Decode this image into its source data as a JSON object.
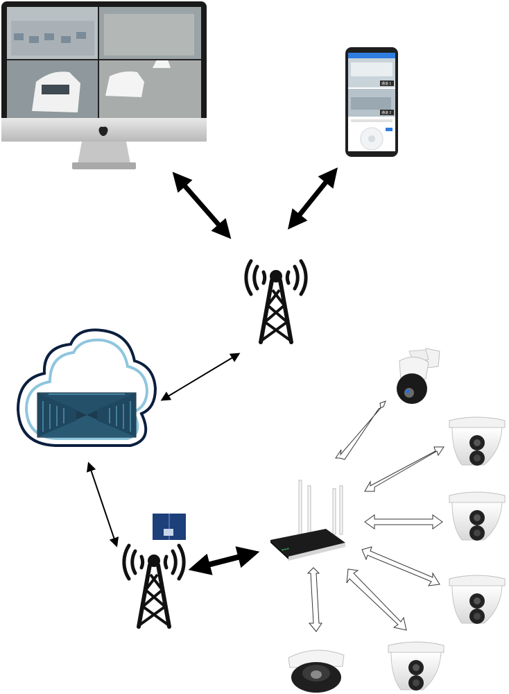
{
  "diagram": {
    "accent_colors": {
      "arrow_dark": "#000000",
      "arrow_outline": "#333333",
      "cloud_outline": "#0b1f3f",
      "cloud_inner": "#8ec6de",
      "datacenter": "#2a5a73",
      "phone_header": "#2f7de1",
      "camera_lens": "#1a1a1a",
      "router_body": "#1b1b1b"
    },
    "phone": {
      "label_1": "通道 1",
      "label_2": "通道 2"
    },
    "nodes": [
      {
        "id": "monitor",
        "icon": "imac-monitor-icon"
      },
      {
        "id": "phone",
        "icon": "smartphone-icon"
      },
      {
        "id": "tower-top",
        "icon": "cell-tower-icon"
      },
      {
        "id": "cloud",
        "icon": "cloud-datacenter-icon"
      },
      {
        "id": "tower-bottom",
        "icon": "cell-tower-icon"
      },
      {
        "id": "sim",
        "icon": "sim-card-icon"
      },
      {
        "id": "router",
        "icon": "wifi-router-icon"
      },
      {
        "id": "ptz-camera",
        "icon": "ptz-camera-icon"
      },
      {
        "id": "dome-camera-1",
        "icon": "turret-camera-icon"
      },
      {
        "id": "dome-camera-2",
        "icon": "turret-camera-icon"
      },
      {
        "id": "dome-camera-3",
        "icon": "turret-camera-icon"
      },
      {
        "id": "dome-camera-4",
        "icon": "turret-camera-icon"
      },
      {
        "id": "dome-camera-5",
        "icon": "dome-camera-icon"
      }
    ]
  }
}
